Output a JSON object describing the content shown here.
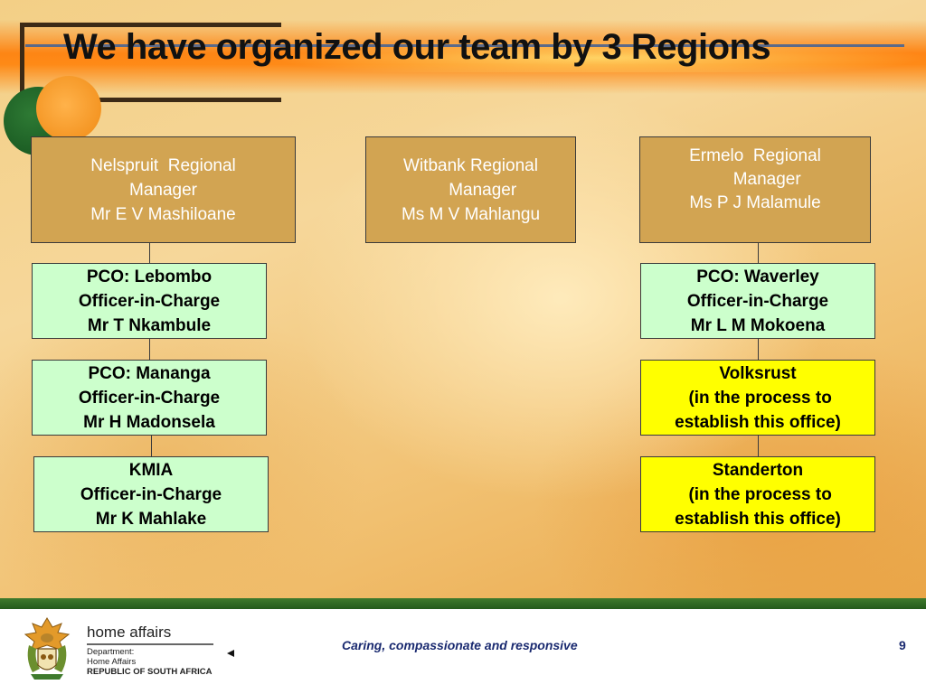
{
  "slide": {
    "title": "We have organized our team by 3 Regions"
  },
  "regions": {
    "nelspruit": {
      "manager": [
        "Nelspruit  Regional",
        "Manager",
        "Mr E V Mashiloane"
      ],
      "offices": [
        [
          "PCO: Lebombo",
          "Officer-in-Charge",
          "Mr T Nkambule"
        ],
        [
          "PCO: Mananga",
          "Officer-in-Charge",
          "Mr H Madonsela"
        ],
        [
          "KMIA",
          "Officer-in-Charge",
          "Mr K Mahlake"
        ]
      ]
    },
    "witbank": {
      "manager": [
        "Witbank Regional",
        "     Manager",
        "Ms M V Mahlangu"
      ]
    },
    "ermelo": {
      "manager": [
        "Ermelo  Regional",
        "     Manager",
        "Ms P J Malamule"
      ],
      "offices": [
        [
          "PCO: Waverley",
          "Officer-in-Charge",
          "Mr L M Mokoena"
        ],
        [
          "Volksrust",
          " (in the process to",
          "establish this office)"
        ],
        [
          "Standerton",
          " (in the process to",
          "establish this office)"
        ]
      ]
    }
  },
  "footer": {
    "brand": "home affairs",
    "department_label": "Department:",
    "department_name": "Home Affairs",
    "country": "REPUBLIC OF SOUTH AFRICA",
    "tagline": "Caring, compassionate and responsive",
    "page_number": "9"
  },
  "colors": {
    "manager_box": "#d2a452",
    "office_box": "#ccffcc",
    "pending_box": "#ffff00",
    "footer_bar": "#2f6b24",
    "tagline_text": "#1a2a70"
  }
}
